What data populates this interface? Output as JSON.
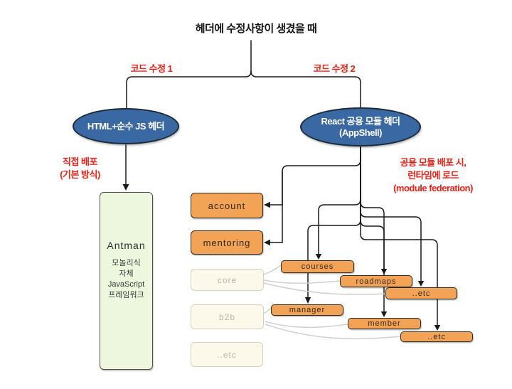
{
  "title": "헤더에 수정사항이 생겼을 때",
  "branch_labels": {
    "left": "코드 수정 1",
    "right": "코드 수정 2"
  },
  "headers": {
    "legacy": {
      "label": "HTML+순수 JS 헤더"
    },
    "appshell": {
      "label_line1": "React 공용 모듈 헤더",
      "label_line2": "(AppShell)"
    }
  },
  "deploy_notes": {
    "left": {
      "line1": "직접 배포",
      "line2": "(기본 방식)"
    },
    "right": {
      "line1": "공용 모듈 배포 시,",
      "line2": "런타임에 로드",
      "line3": "(module federation)"
    }
  },
  "antman": {
    "name": "Antman",
    "desc": [
      "모놀리식",
      "자체",
      "JavaScript",
      "프레임워크"
    ]
  },
  "modules": {
    "active": [
      {
        "label": "account"
      },
      {
        "label": "mentoring"
      },
      {
        "label": "courses"
      },
      {
        "label": "roadmaps"
      },
      {
        "label": "..etc"
      },
      {
        "label": "manager"
      },
      {
        "label": "member"
      },
      {
        "label": "..etc"
      }
    ],
    "inactive": [
      {
        "label": "core"
      },
      {
        "label": "b2b"
      },
      {
        "label": "..etc"
      }
    ]
  },
  "colors": {
    "red_label": "#f01e13",
    "node_blue": "#3a68a3",
    "module_orange": "#f3a356",
    "antman_green": "#ecf7dd",
    "inactive_cream": "#fcf8ea",
    "line_black": "#1a1a1a",
    "line_gray": "#cfcfcf"
  }
}
